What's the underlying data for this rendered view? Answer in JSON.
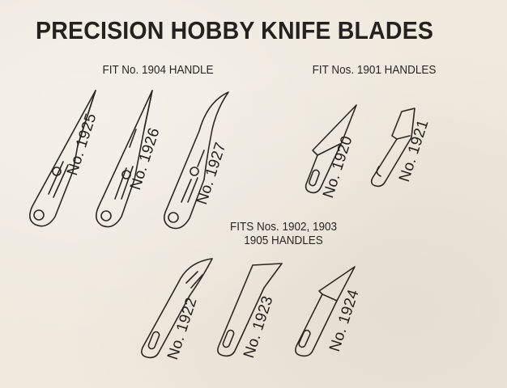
{
  "title": "PRECISION HOBBY KNIFE BLADES",
  "groups": {
    "fit_1904": {
      "label": "FIT No. 1904 HANDLE"
    },
    "fit_1901": {
      "label": "FIT Nos. 1901 HANDLES"
    },
    "fits_1902_1903_1905": {
      "label_line1": "FITS Nos. 1902, 1903",
      "label_line2": "1905 HANDLES"
    }
  },
  "blades": {
    "b1925": "No. 1925",
    "b1926": "No. 1926",
    "b1927": "No. 1927",
    "b1920": "No. 1920",
    "b1921": "No. 1921",
    "b1922": "No. 1922",
    "b1923": "No. 1923",
    "b1924": "No. 1924"
  },
  "colors": {
    "paper": "#efe9de",
    "ink": "#2b2723"
  }
}
